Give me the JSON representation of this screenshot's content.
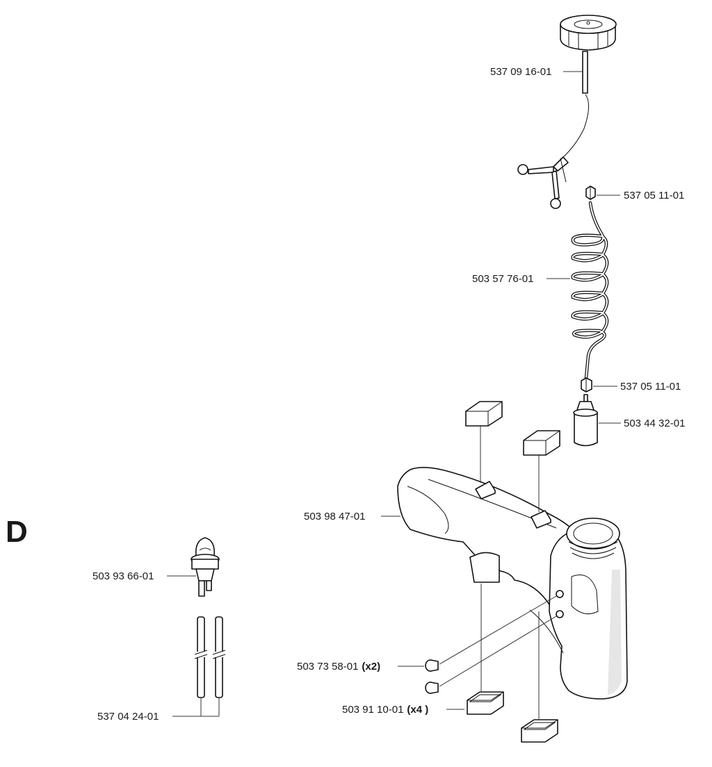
{
  "section_letter": "D",
  "parts": {
    "fuel_cap": {
      "number": "537 09 16-01"
    },
    "fitting_top": {
      "number": "537 05 11-01"
    },
    "fuel_hose": {
      "number": "503 57 76-01"
    },
    "fitting_bottom": {
      "number": "537 05 11-01"
    },
    "fuel_filter": {
      "number": "503 44 32-01"
    },
    "fuel_tank": {
      "number": "503 98 47-01"
    },
    "primer_bulb": {
      "number": "503 93 66-01"
    },
    "return_hoses": {
      "number": "537 04 24-01"
    },
    "screw": {
      "number": "503 73 58-01",
      "qty": "(x2)"
    },
    "rubber_mount": {
      "number": "503 91 10-01",
      "qty": "(x4 )"
    }
  }
}
